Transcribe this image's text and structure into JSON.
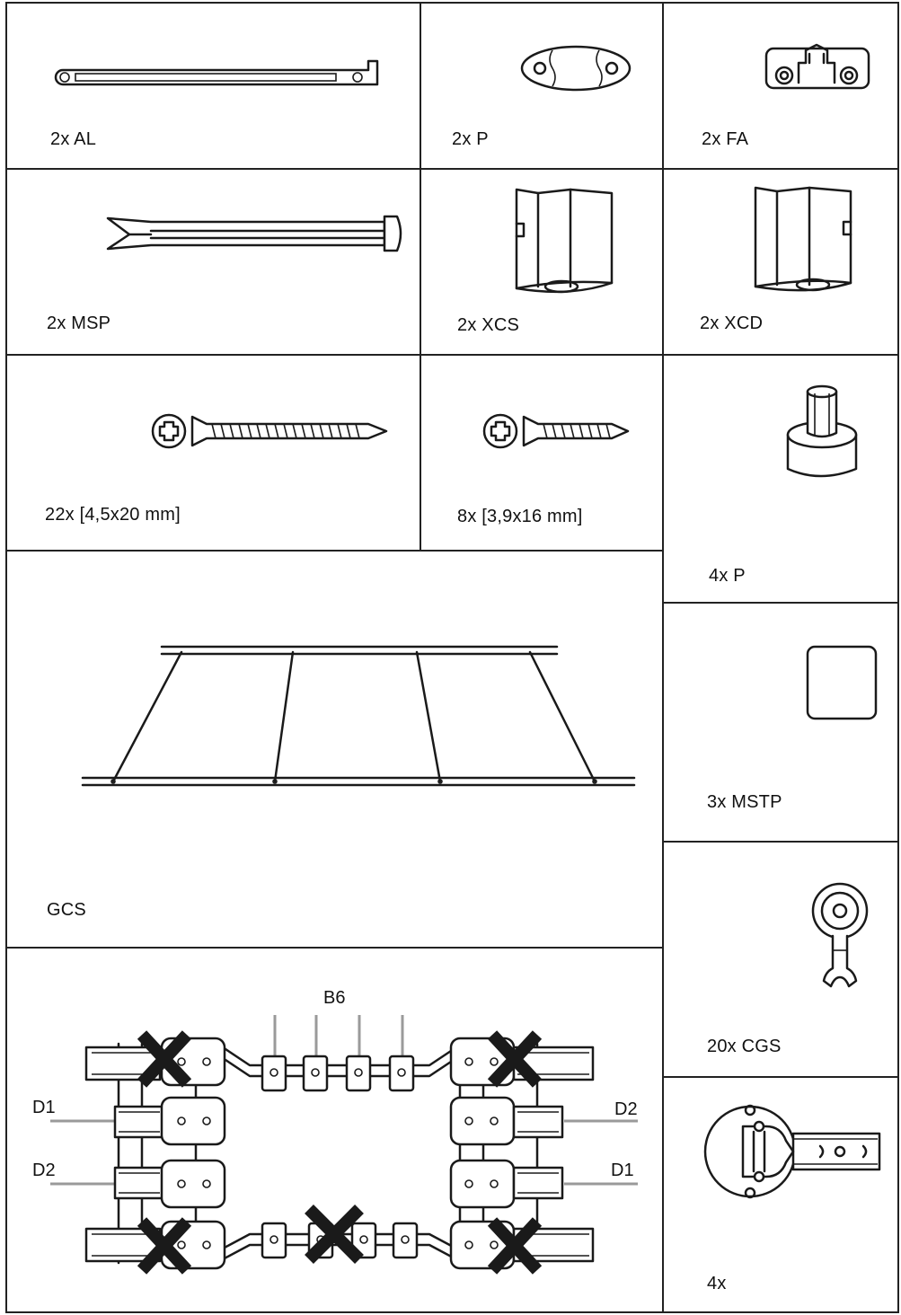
{
  "parts": {
    "al": {
      "label": "2x AL"
    },
    "p_plate": {
      "label": "2x P"
    },
    "fa": {
      "label": "2x FA"
    },
    "msp": {
      "label": "2x MSP"
    },
    "xcs": {
      "label": "2x XCS"
    },
    "xcd": {
      "label": "2x XCD"
    },
    "screw_long": {
      "label": "22x [4,5x20 mm]"
    },
    "screw_short": {
      "label": "8x [3,9x16 mm]"
    },
    "p_foot": {
      "label": "4x P"
    },
    "mstp": {
      "label": "3x MSTP"
    },
    "gcs": {
      "label": "GCS"
    },
    "cgs": {
      "label": "20x CGS"
    },
    "hinge": {
      "label": "4x"
    }
  },
  "assembly": {
    "callouts": {
      "top": "B6",
      "left_upper": "D1",
      "left_lower": "D2",
      "right_upper": "D2",
      "right_lower": "D1"
    }
  }
}
